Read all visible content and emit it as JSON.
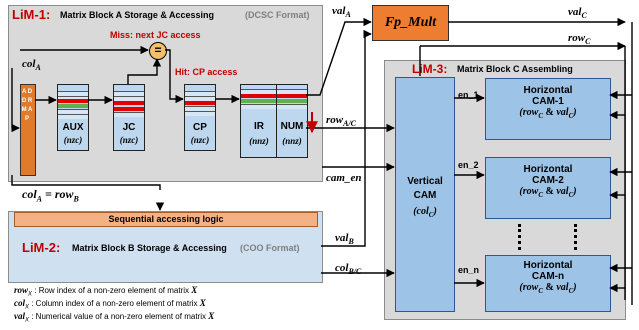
{
  "lim1": {
    "tag": "LiM-1:",
    "title": "Matrix Block A Storage & Accessing",
    "format": "(DCSC Format)"
  },
  "lim2": {
    "tag": "LiM-2:",
    "title": "Matrix Block B Storage & Accessing",
    "format": "(COO Format)",
    "logic": "Sequential accessing logic"
  },
  "lim3": {
    "tag": "LiM-3:",
    "title": "Matrix Block C Assembling"
  },
  "miss_label": "Miss: next JC access",
  "hit_label": "Hit: CP access",
  "eq_symbol": "=",
  "addr_map": "A D D R M A P",
  "arrays": [
    {
      "name": "AUX",
      "size": "(nzc)"
    },
    {
      "name": "JC",
      "size": "(nzc)"
    },
    {
      "name": "CP",
      "size": "(nzc)"
    },
    {
      "name": "IR",
      "size": "(nnz)"
    },
    {
      "name": "NUM",
      "size": "(nnz)"
    }
  ],
  "fp_mult": "Fp_Mult",
  "vertical_cam": {
    "line1": "Vertical",
    "line2": "CAM",
    "line3": "(col",
    "sub": "C",
    "close": ")"
  },
  "horizontal_cams": [
    {
      "line1": "Horizontal",
      "line2": "CAM-1"
    },
    {
      "line1": "Horizontal",
      "line2": "CAM-2"
    },
    {
      "line1": "Horizontal",
      "line2": "CAM-n"
    }
  ],
  "cam_content": {
    "row": "row",
    "c": "C",
    "amp": "&",
    "val": "val"
  },
  "enables": [
    "en_1",
    "en_2",
    "en_n"
  ],
  "signals": {
    "col_a": {
      "main": "col",
      "sub": "A"
    },
    "val_a": {
      "main": "val",
      "sub": "A"
    },
    "val_c": {
      "main": "val",
      "sub": "C"
    },
    "row_c": {
      "main": "row",
      "sub": "C"
    },
    "row_ac": {
      "main": "row",
      "sub": "A/C"
    },
    "cam_en": "cam_en",
    "val_b": {
      "main": "val",
      "sub": "B"
    },
    "col_bc": {
      "main": "col",
      "sub": "B/C"
    },
    "col_eq_row": {
      "lhs": "col",
      "lsub": "A",
      "eq": " = ",
      "rhs": "row",
      "rsub": "B"
    }
  },
  "legend": [
    {
      "sym": "row",
      "sub": "X",
      "text": " : Row index of a non-zero element of matrix ",
      "var": "X"
    },
    {
      "sym": "col",
      "sub": "X",
      "text": " : Column index of a non-zero element of matrix ",
      "var": "X"
    },
    {
      "sym": "val",
      "sub": "X",
      "text": " : Numerical value of a non-zero element of matrix ",
      "var": "X"
    }
  ],
  "colors": {
    "lim_red": "#c00000",
    "grey_box": "#d9d9d9",
    "blue_box": "#bdd7ee",
    "cam_blue": "#9dc3e6",
    "fp_orange": "#ed7d31",
    "addr_orange": "#e07b2b",
    "logic_orange": "#f4b183"
  }
}
